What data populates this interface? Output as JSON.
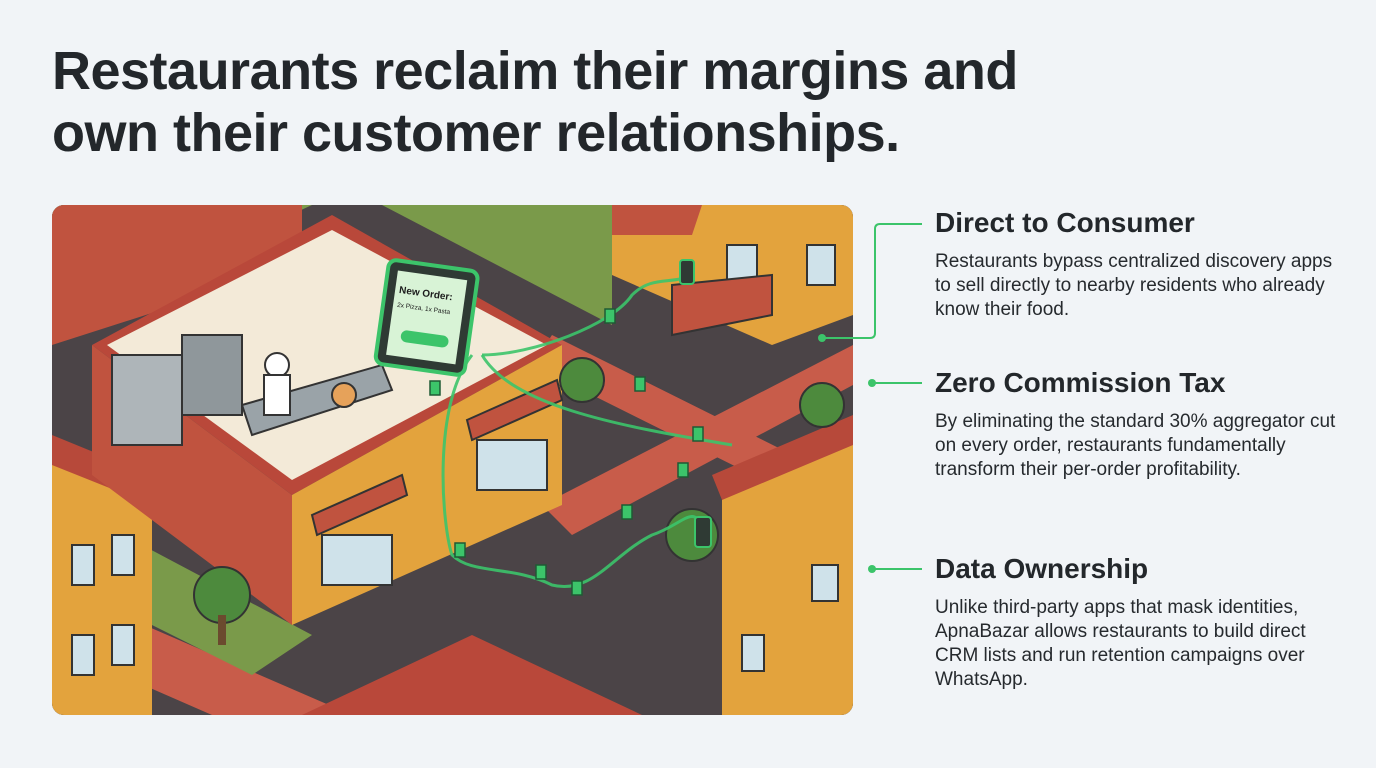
{
  "title": "Restaurants reclaim their margins and own their customer relationships.",
  "illustration": {
    "tablet_heading": "New Order:",
    "tablet_line": "2x Pizza, 1x Pasta"
  },
  "features": [
    {
      "heading": "Direct to Consumer",
      "body": "Restaurants bypass centralized discovery apps to sell directly to nearby residents who already know their food."
    },
    {
      "heading": "Zero Commission Tax",
      "body": "By eliminating the standard 30% aggregator cut on every order, restaurants fundamentally transform their per-order profitability."
    },
    {
      "heading": "Data Ownership",
      "body": "Unlike third-party apps that mask identities, ApnaBazar allows restaurants to build direct CRM lists and run retention campaigns over WhatsApp."
    }
  ],
  "colors": {
    "accent": "#3cc46a",
    "text": "#23272b",
    "background": "#f1f4f7"
  }
}
